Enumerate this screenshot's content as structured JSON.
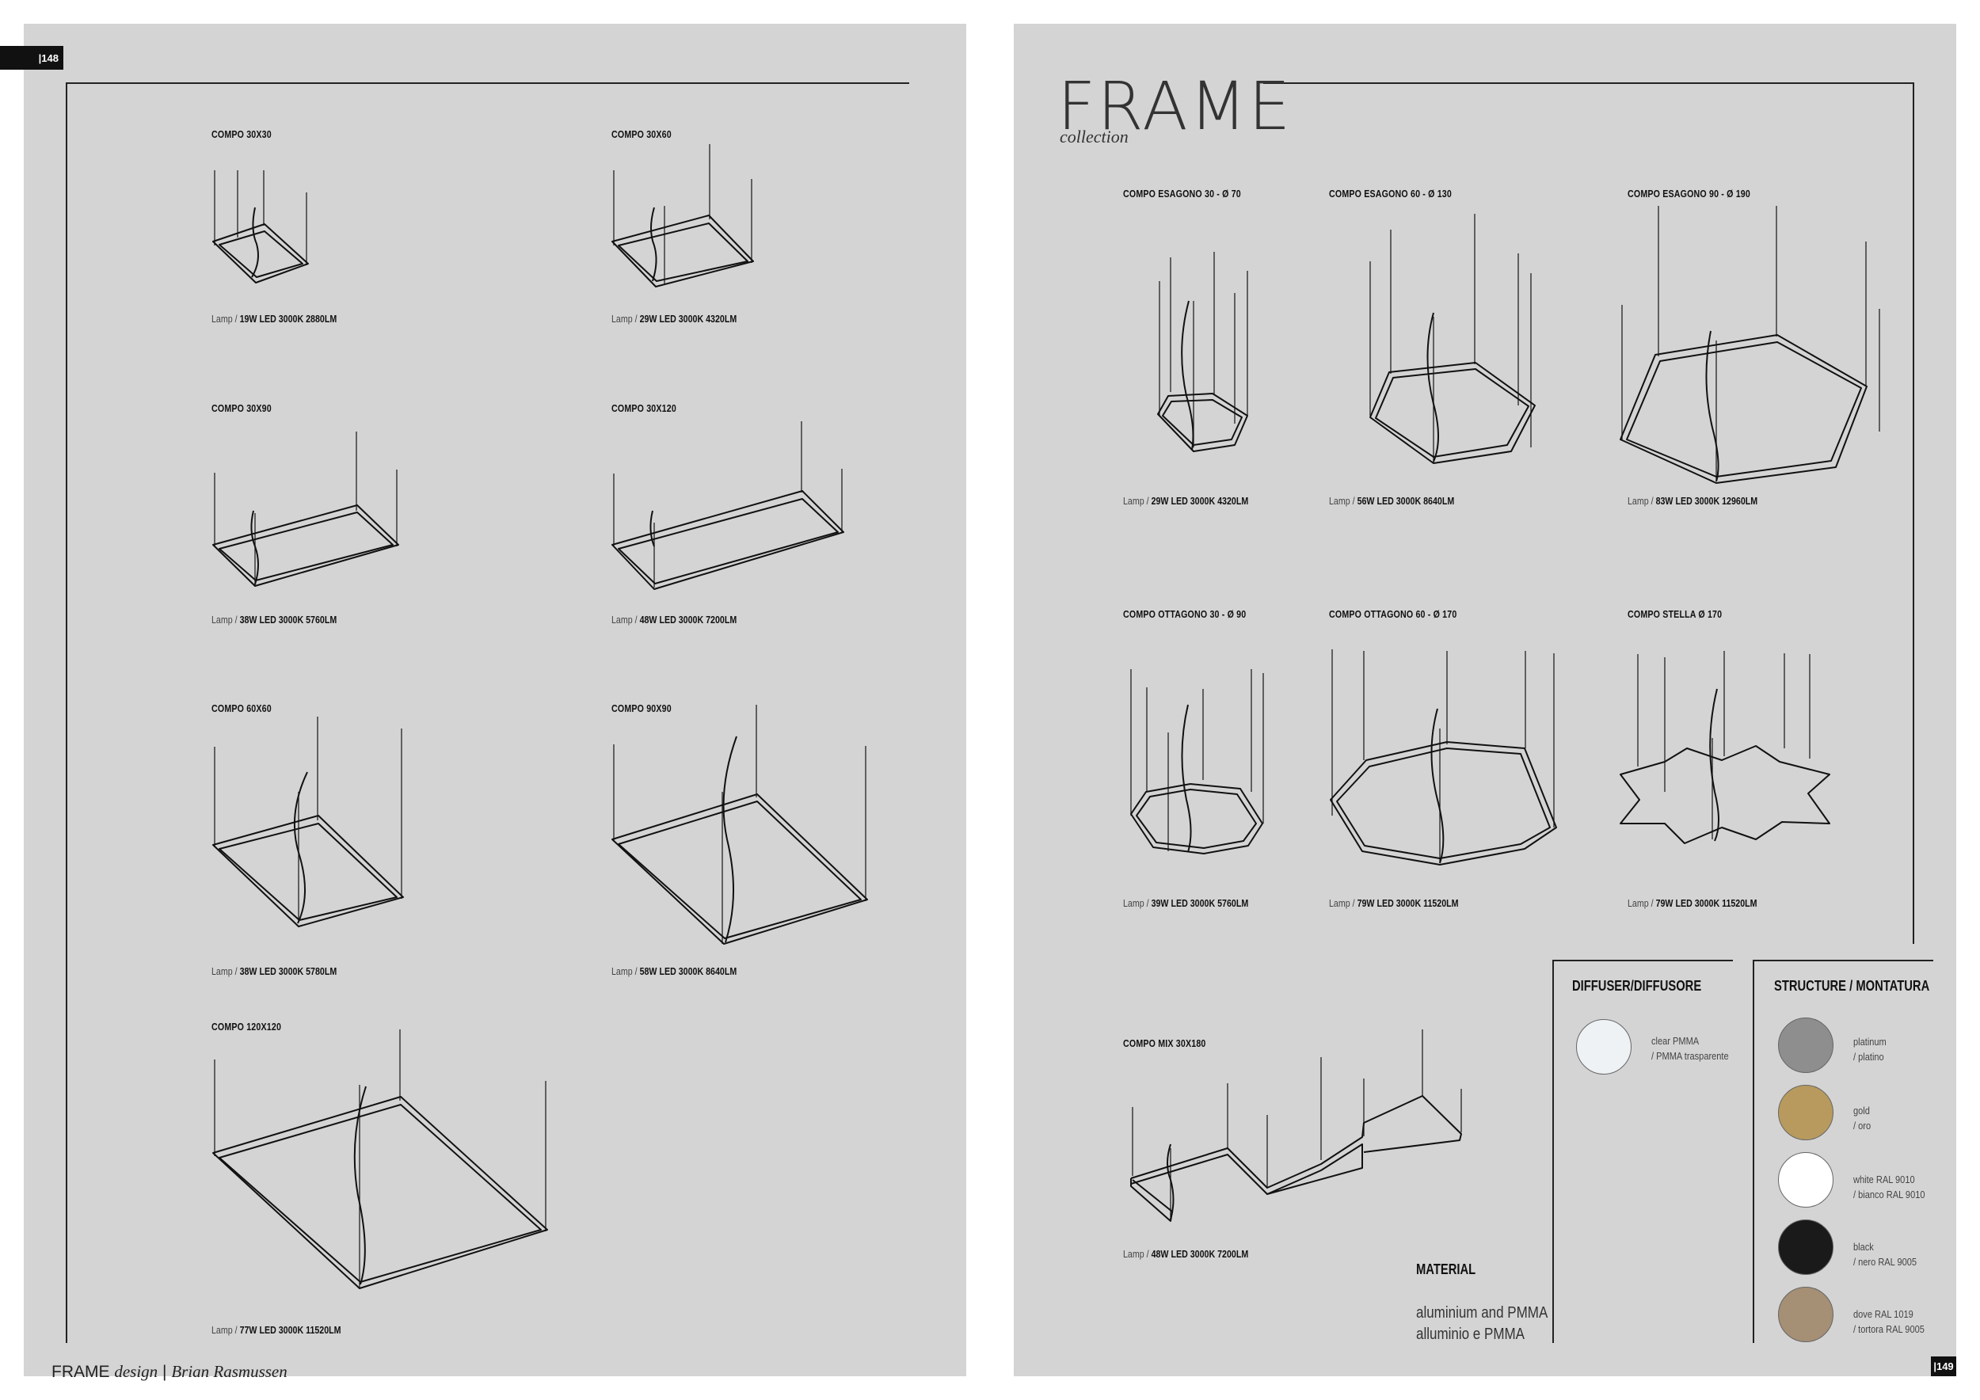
{
  "left_page": {
    "page_number": "|148",
    "products": [
      {
        "title": "COMPO 30X30",
        "lamp_label": "Lamp /",
        "lamp_value": "19W LED 3000K 2880LM"
      },
      {
        "title": "COMPO 30X60",
        "lamp_label": "Lamp /",
        "lamp_value": "29W LED 3000K 4320LM"
      },
      {
        "title": "COMPO 30X90",
        "lamp_label": "Lamp /",
        "lamp_value": "38W LED 3000K 5760LM"
      },
      {
        "title": "COMPO 30X120",
        "lamp_label": "Lamp /",
        "lamp_value": "48W LED 3000K 7200LM"
      },
      {
        "title": "COMPO 60X60",
        "lamp_label": "Lamp /",
        "lamp_value": "38W LED 3000K 5780LM"
      },
      {
        "title": "COMPO 90X90",
        "lamp_label": "Lamp /",
        "lamp_value": "58W LED 3000K 8640LM"
      },
      {
        "title": "COMPO 120X120",
        "lamp_label": "Lamp /",
        "lamp_value": "77W LED 3000K 11520LM"
      }
    ],
    "footer": {
      "brand": "FRAME",
      "design": "design",
      "separator": "|",
      "designer": "Brian Rasmussen"
    }
  },
  "right_page": {
    "page_number": "|149",
    "collection_title": "FRAME",
    "collection_subtitle": "collection",
    "products": [
      {
        "title": "COMPO ESAGONO 30 - Ø 70",
        "lamp_label": "Lamp /",
        "lamp_value": "29W LED 3000K 4320LM"
      },
      {
        "title": "COMPO ESAGONO 60 - Ø 130",
        "lamp_label": "Lamp /",
        "lamp_value": "56W LED 3000K 8640LM"
      },
      {
        "title": "COMPO ESAGONO 90 - Ø 190",
        "lamp_label": "Lamp /",
        "lamp_value": "83W LED 3000K 12960LM"
      },
      {
        "title": "COMPO OTTAGONO 30 - Ø 90",
        "lamp_label": "Lamp /",
        "lamp_value": "39W LED 3000K 5760LM"
      },
      {
        "title": "COMPO OTTAGONO 60 - Ø 170",
        "lamp_label": "Lamp /",
        "lamp_value": "79W LED 3000K 11520LM"
      },
      {
        "title": "COMPO STELLA Ø 170",
        "lamp_label": "Lamp /",
        "lamp_value": "79W LED 3000K 11520LM"
      },
      {
        "title": "COMPO MIX 30X180",
        "lamp_label": "Lamp /",
        "lamp_value": "48W LED 3000K 7200LM"
      }
    ],
    "material": {
      "heading": "MATERIAL",
      "line1": "aluminium and PMMA",
      "line2": "alluminio e PMMA"
    },
    "diffuser": {
      "heading": "DIFFUSER/DIFFUSORE",
      "options": [
        {
          "line1": "clear PMMA",
          "line2": "/ PMMA trasparente",
          "color": "#e8eef2"
        }
      ]
    },
    "structure": {
      "heading": "STRUCTURE / MONTATURA",
      "options": [
        {
          "line1": "platinum",
          "line2": "/ platino",
          "color": "#8e8e8e"
        },
        {
          "line1": "gold",
          "line2": "/ oro",
          "color": "#b89a5e"
        },
        {
          "line1": "white RAL 9010",
          "line2": "/ bianco RAL 9010",
          "color": "#ffffff"
        },
        {
          "line1": "black",
          "line2": "/ nero RAL 9005",
          "color": "#1a1a1a"
        },
        {
          "line1": "dove RAL 1019",
          "line2": "/ tortora RAL 9005",
          "color": "#a58f75"
        }
      ]
    }
  }
}
